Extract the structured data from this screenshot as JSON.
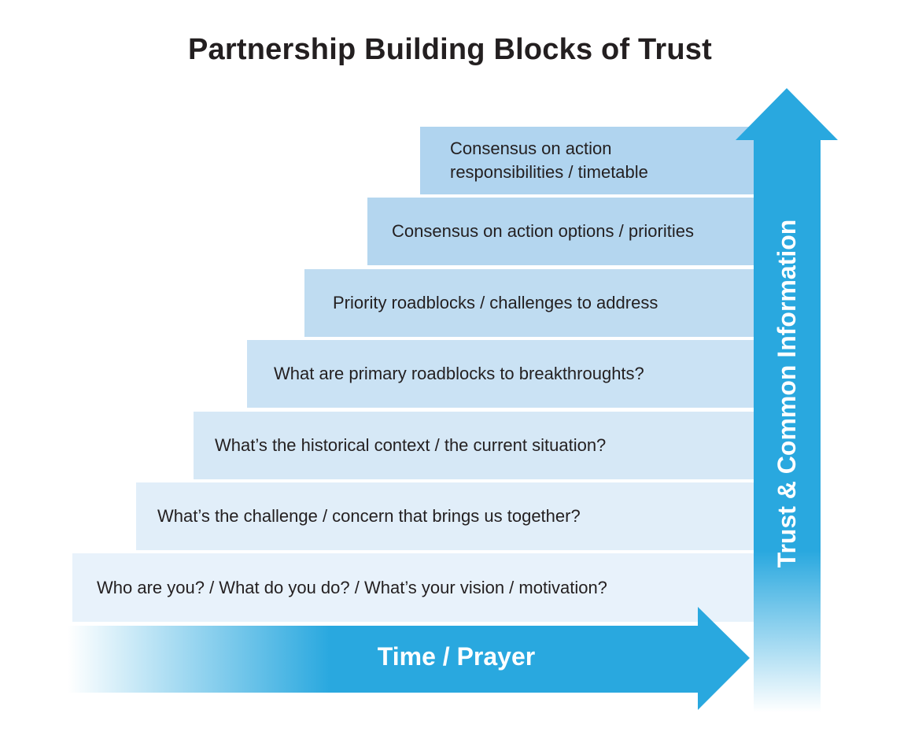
{
  "title": "Partnership Building Blocks of Trust",
  "steps": [
    {
      "label": "Who are you? / What do you do? / What’s your vision / motivation?"
    },
    {
      "label": "What’s the challenge / concern that brings us together?"
    },
    {
      "label": "What’s the historical context / the current situation?"
    },
    {
      "label": "What are primary roadblocks to breakthroughts?"
    },
    {
      "label": "Priority roadblocks / challenges to address"
    },
    {
      "label": "Consensus on action options / priorities"
    },
    {
      "label": "Consensus on action responsibilities / timetable"
    }
  ],
  "horizontal_arrow": {
    "label": "Time / Prayer"
  },
  "vertical_arrow": {
    "label": "Trust & Common Information"
  },
  "colors": {
    "arrow": "#29a8df",
    "step_lightest": "#e8f2fb",
    "step_darkest": "#b0d4ef",
    "text": "#231f20"
  }
}
